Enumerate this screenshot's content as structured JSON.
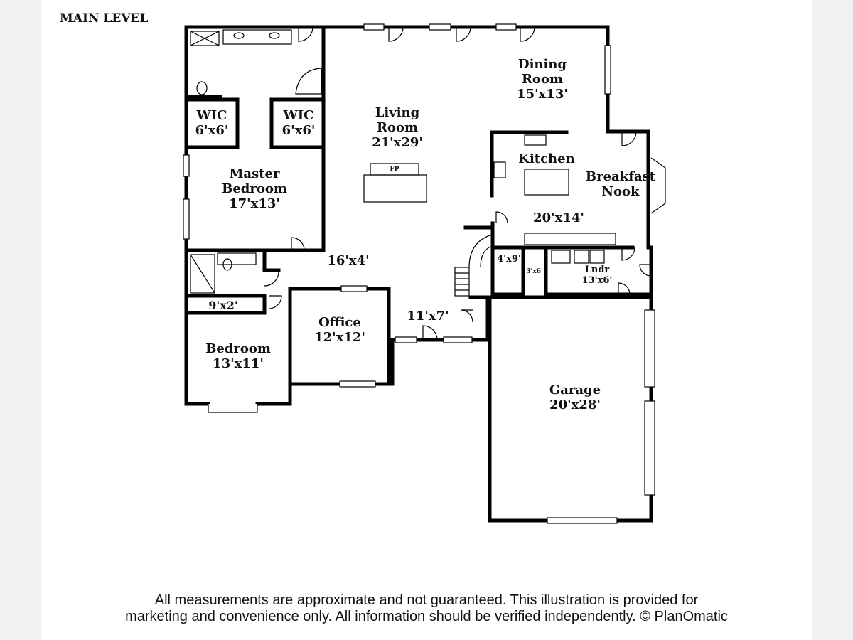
{
  "level_label": "MAIN LEVEL",
  "rooms": {
    "dining_name_1": "Dining",
    "dining_name_2": "Room",
    "dining_size": "15'x13'",
    "living_name_1": "Living",
    "living_name_2": "Room",
    "living_size": "21'x29'",
    "fireplace": "FP",
    "kitchen_name": "Kitchen",
    "breakfast_name_1": "Breakfast",
    "breakfast_name_2": "Nook",
    "kitchen_nook_size": "20'x14'",
    "wic_left_name": "WIC",
    "wic_left_size": "6'x6'",
    "wic_right_name": "WIC",
    "wic_right_size": "6'x6'",
    "master_name_1": "Master",
    "master_name_2": "Bedroom",
    "master_size": "17'x13'",
    "hall_size": "16'x4'",
    "pantry_size": "4'x9'",
    "closet_size": "3'x6'",
    "laundry_name": "Lndr",
    "laundry_size": "13'x6'",
    "closet_small_size": "9'x2'",
    "office_name": "Office",
    "office_size": "12'x12'",
    "foyer_size": "11'x7'",
    "bedroom_name": "Bedroom",
    "bedroom_size": "13'x11'",
    "garage_name": "Garage",
    "garage_size": "20'x28'"
  },
  "disclaimer": {
    "line1": "All measurements are approximate and not guaranteed. This illustration is provided for",
    "line2": "marketing and convenience only. All information should be verified independently. © PlanOmatic"
  }
}
